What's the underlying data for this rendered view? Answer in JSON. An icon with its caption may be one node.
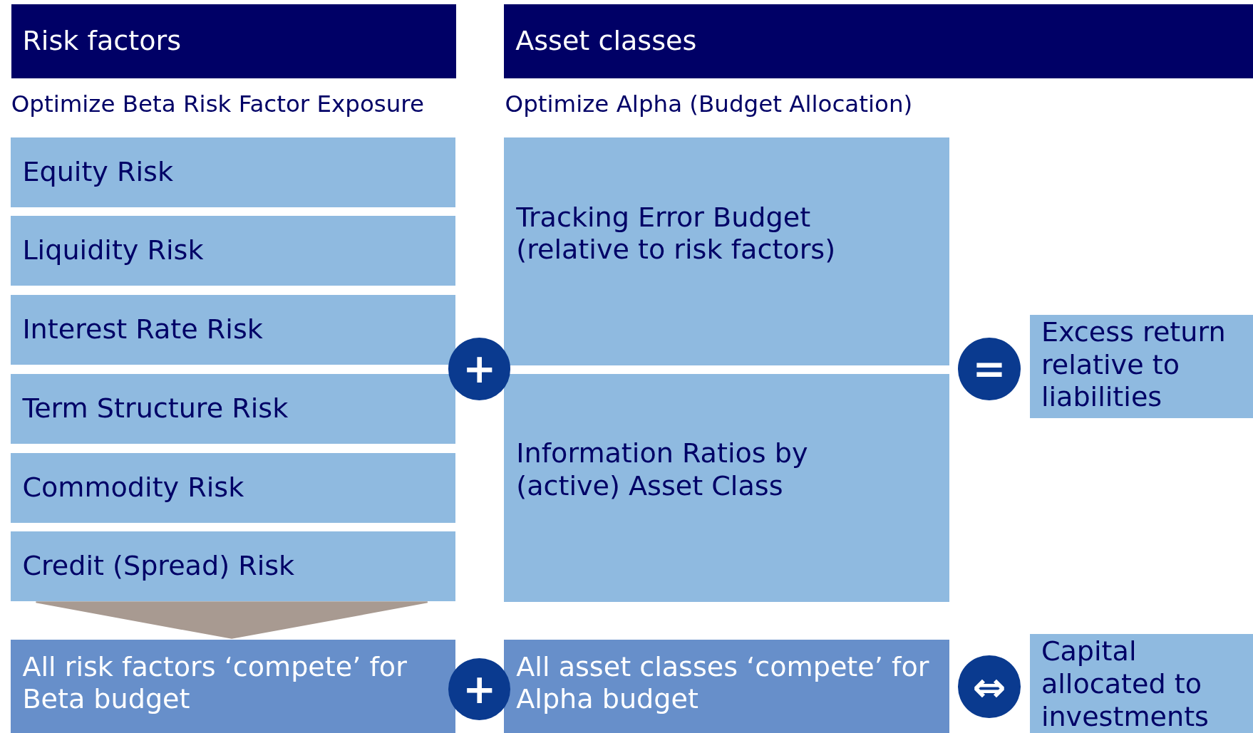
{
  "diagram": {
    "nodes": [
      {
        "text": [
          "Risk factors"
        ]
      },
      {
        "text": [
          "Asset classes"
        ]
      },
      {
        "text": [
          "Equity Risk"
        ]
      },
      {
        "text": [
          "Liquidity Risk"
        ]
      },
      {
        "text": [
          "Interest Rate Risk"
        ]
      },
      {
        "text": [
          "Term Structure Risk"
        ]
      },
      {
        "text": [
          "Commodity Risk"
        ]
      },
      {
        "text": [
          "Credit (Spread) Risk"
        ]
      },
      {
        "text": [
          "Tracking Error Budget (relative to risk factors)"
        ]
      },
      {
        "text": [
          "+"
        ]
      },
      {
        "text": [
          "Information Ratios by (active) Asset Class"
        ]
      },
      {
        "text": [
          "="
        ]
      },
      {
        "text": [
          "Excess return relative to liabilities"
        ]
      },
      {
        "text": [
          "All risk factors ‘compete’ for Beta budget"
        ]
      },
      {
        "text": [
          "+"
        ]
      },
      {
        "text": [
          "All asset classes ‘compete’ for Alpha budget"
        ]
      },
      {
        "text": [
          "⇔"
        ]
      },
      {
        "text": [
          "Capital allocated to investments"
        ]
      }
    ],
    "edges": [
      {
        "from": 7,
        "to": 13,
        "arrow": "to",
        "color": "#a89a91"
      }
    ],
    "labels": [
      "Optimize Beta Risk Factor Exposure",
      "Optimize Alpha (Budget Allocation)"
    ]
  }
}
